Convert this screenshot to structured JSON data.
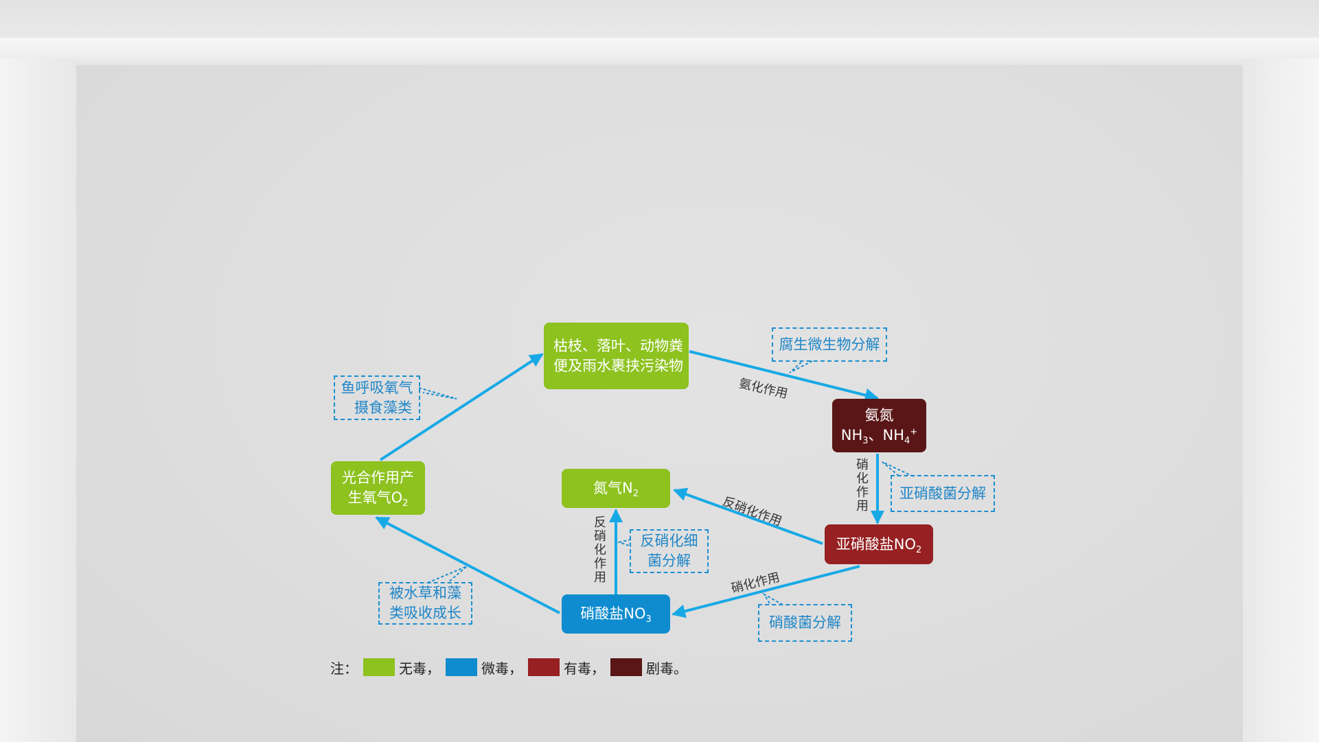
{
  "nodes": {
    "organic": "枯枝、落叶、动物粪便及雨水裹挟污染物",
    "ammonia_title": "氨氮",
    "ammonia_formula": "NH",
    "ammonia_sub1": "3",
    "ammonia_sep": "、NH",
    "ammonia_sub2": "4",
    "ammonia_sup2": "+",
    "nitrite": "亚硝酸盐NO",
    "nitrite_sub": "2",
    "nitrate": "硝酸盐NO",
    "nitrate_sub": "3",
    "nitrogen": "氮气N",
    "nitrogen_sub": "2",
    "oxygen_line1": "光合作用产",
    "oxygen_line2": "生氧气O",
    "oxygen_sub": "2"
  },
  "callouts": {
    "fish_line1": "鱼呼吸氧气",
    "fish_line2": "摄食藻类",
    "decompose": "腐生微生物分解",
    "nitrite_bacteria": "亚硝酸菌分解",
    "denitrify_line1": "反硝化细",
    "denitrify_line2": "菌分解",
    "nitrate_bacteria": "硝酸菌分解",
    "plants_line1": "被水草和藻",
    "plants_line2": "类吸收成长"
  },
  "processes": {
    "ammonification": "氨化作用",
    "nitrification_vertical": "硝化作用",
    "denitrification_diag": "反硝化作用",
    "nitrification_diag": "硝化作用",
    "denitrification_vertical": "反硝化作用"
  },
  "legend": {
    "note": "注：",
    "items": [
      {
        "label": "无毒，",
        "color": "#8dc21f"
      },
      {
        "label": "微毒，",
        "color": "#0f8ccf"
      },
      {
        "label": "有毒，",
        "color": "#962022"
      },
      {
        "label": "剧毒。",
        "color": "#5a1616"
      }
    ]
  },
  "colors": {
    "arrow": "#17a9e6",
    "callout_border": "#1a8fd0",
    "non_toxic": "#8dc21f",
    "slightly_toxic": "#0f8ccf",
    "toxic": "#962022",
    "highly_toxic": "#5a1616"
  }
}
